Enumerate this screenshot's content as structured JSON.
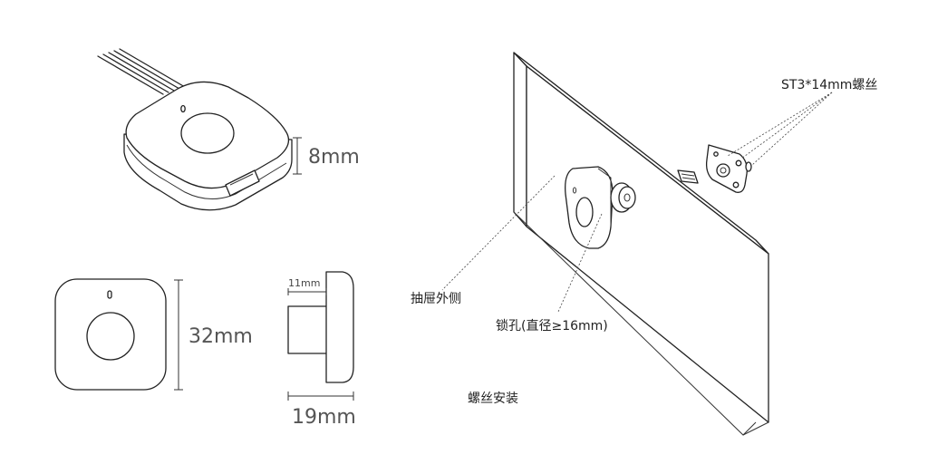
{
  "dimensions": {
    "height": "8mm",
    "width": "32mm",
    "depth": "19mm",
    "lock_tongue": "11mm"
  },
  "labels": {
    "screw_spec": "ST3*14mm螺丝",
    "drawer_outside": "抽屉外侧",
    "lock_hole": "锁孔(直径≥16mm)",
    "screw_install": "螺丝安装"
  }
}
